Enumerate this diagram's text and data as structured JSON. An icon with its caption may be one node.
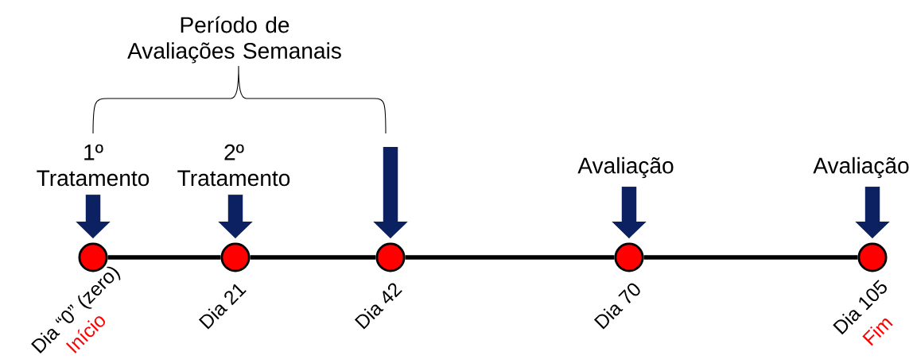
{
  "diagram": {
    "nodes": [
      {
        "text": [
          "1º Tratamento"
        ]
      },
      {
        "text": [
          "2º Tratamento"
        ]
      },
      {
        "text": [
          "Avaliação"
        ]
      },
      {
        "text": [
          "Avaliação"
        ]
      },
      {
        "text": [],
        "shape": "circle",
        "beside": [
          "Dia “0” (zero)",
          "Início"
        ]
      },
      {
        "text": [],
        "shape": "circle",
        "beside": [
          "Dia 21"
        ]
      },
      {
        "text": [],
        "shape": "circle",
        "beside": [
          "Dia 42"
        ]
      },
      {
        "text": [],
        "shape": "circle",
        "beside": [
          "Dia 70"
        ]
      },
      {
        "text": [],
        "shape": "circle",
        "beside": [
          "Dia 105",
          "Fim"
        ]
      }
    ],
    "edges": [
      {
        "from": 0,
        "to": 4,
        "arrow": "to"
      },
      {
        "from": 1,
        "to": 5,
        "arrow": "to"
      },
      {
        "from": null,
        "to": 6,
        "arrow": "to"
      },
      {
        "from": 2,
        "to": 7,
        "arrow": "to"
      },
      {
        "from": 3,
        "to": 8,
        "arrow": "to"
      },
      {
        "from": 4,
        "to": 5,
        "arrow": "none",
        "color": "#000000"
      },
      {
        "from": 5,
        "to": 6,
        "arrow": "none",
        "color": "#000000"
      },
      {
        "from": 6,
        "to": 7,
        "arrow": "none",
        "color": "#000000"
      },
      {
        "from": 7,
        "to": 8,
        "arrow": "none",
        "color": "#000000"
      }
    ],
    "labels": [
      "Período de Avaliações Semanais"
    ]
  }
}
